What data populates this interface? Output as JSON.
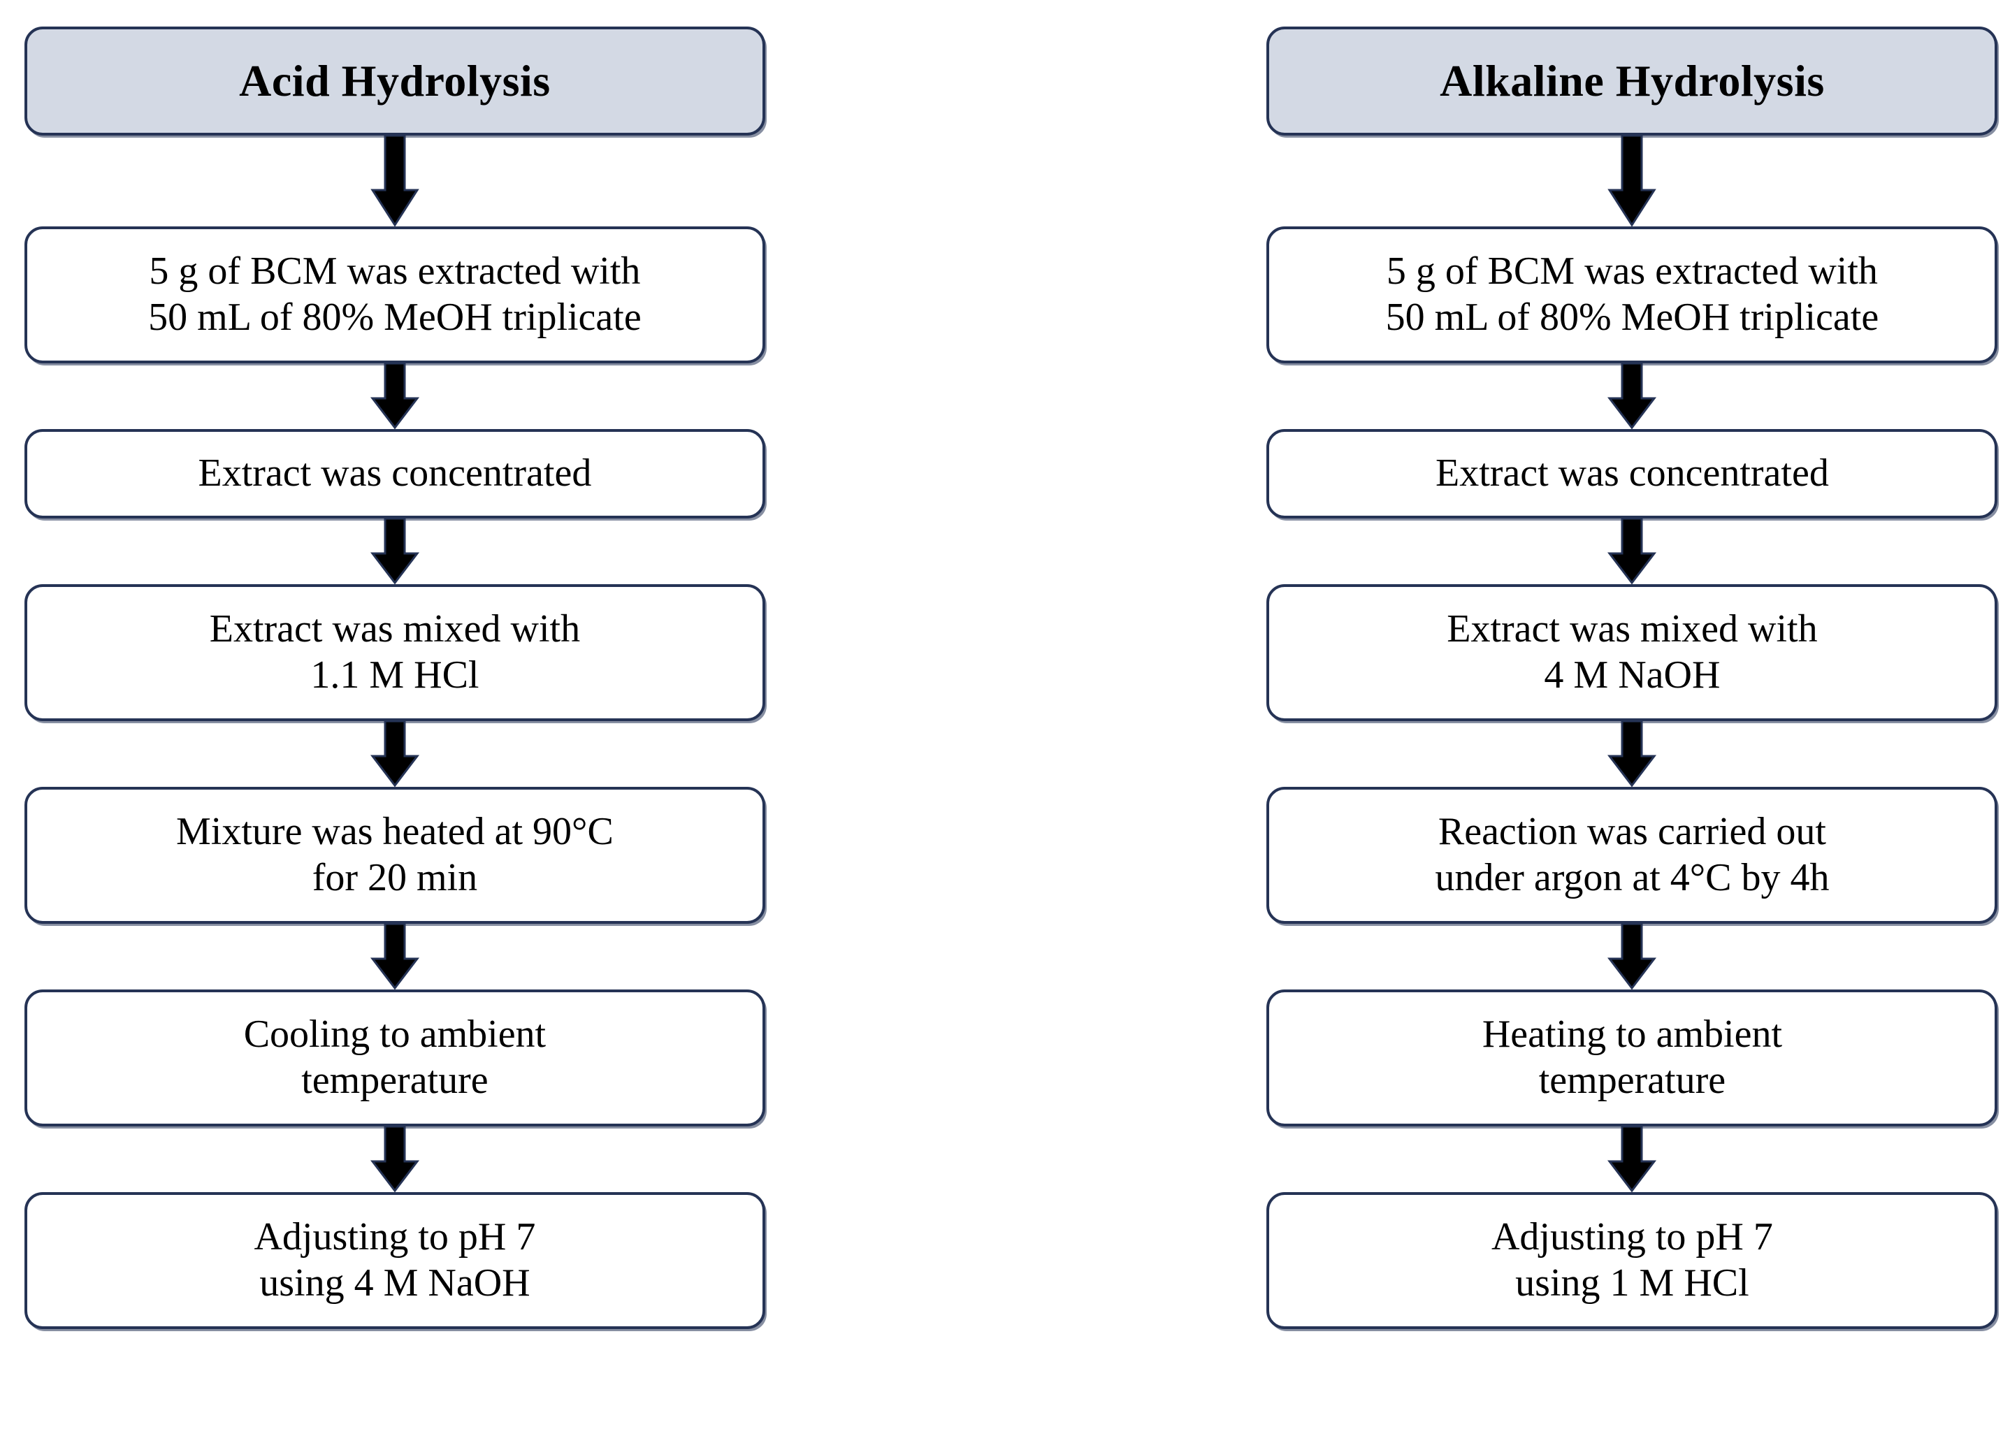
{
  "diagram": {
    "title_left": "Acid Hydrolysis",
    "title_right": "Alkaline Hydrolysis",
    "colors": {
      "header_fill": "#d3d9e4",
      "box_fill": "#ffffff",
      "border": "#253355",
      "arrow": "#000000",
      "text": "#000000",
      "background": "#ffffff"
    }
  },
  "chart_data": {
    "type": "diagram",
    "subtype": "flowchart",
    "orientation": "top-to-bottom",
    "columns": 2,
    "connector": "block-arrow-down",
    "lanes": [
      {
        "id": "acid",
        "header": "Acid Hydrolysis",
        "steps": [
          "5 g of BCM was extracted with 50 mL of 80% MeOH triplicate",
          "Extract was concentrated",
          "Extract was mixed with 1.1 M HCl",
          "Mixture was heated at 90°C for 20 min",
          "Cooling to ambient temperature",
          "Adjusting to pH 7 using 4 M NaOH"
        ]
      },
      {
        "id": "alkaline",
        "header": "Alkaline Hydrolysis",
        "steps": [
          "5 g of BCM was extracted with 50 mL of 80% MeOH triplicate",
          "Extract was concentrated",
          "Extract was mixed with 4 M NaOH",
          "Reaction was carried out under argon at 4°C by 4h",
          "Heating to ambient temperature",
          "Adjusting to pH 7 using 1 M HCl"
        ]
      }
    ]
  },
  "left": {
    "header": {
      "line1": "Acid Hydrolysis"
    },
    "steps": [
      {
        "line1": "5 g of BCM was extracted with",
        "line2": "50 mL of 80% MeOH triplicate"
      },
      {
        "line1": "Extract was concentrated"
      },
      {
        "line1": "Extract was mixed with",
        "line2": "1.1 M HCl"
      },
      {
        "line1": "Mixture was heated at 90°C",
        "line2": "for 20 min"
      },
      {
        "line1": "Cooling to ambient",
        "line2": "temperature"
      },
      {
        "line1": "Adjusting to pH 7",
        "line2": "using 4 M NaOH"
      }
    ]
  },
  "right": {
    "header": {
      "line1": "Alkaline Hydrolysis"
    },
    "steps": [
      {
        "line1": "5 g of BCM was extracted with",
        "line2": "50 mL of 80% MeOH triplicate"
      },
      {
        "line1": "Extract was concentrated"
      },
      {
        "line1": "Extract was mixed with",
        "line2": "4 M NaOH"
      },
      {
        "line1": "Reaction was carried out",
        "line2": "under argon at 4°C by 4h"
      },
      {
        "line1": "Heating to ambient",
        "line2": "temperature"
      },
      {
        "line1": "Adjusting to pH 7",
        "line2": "using 1 M HCl"
      }
    ]
  }
}
